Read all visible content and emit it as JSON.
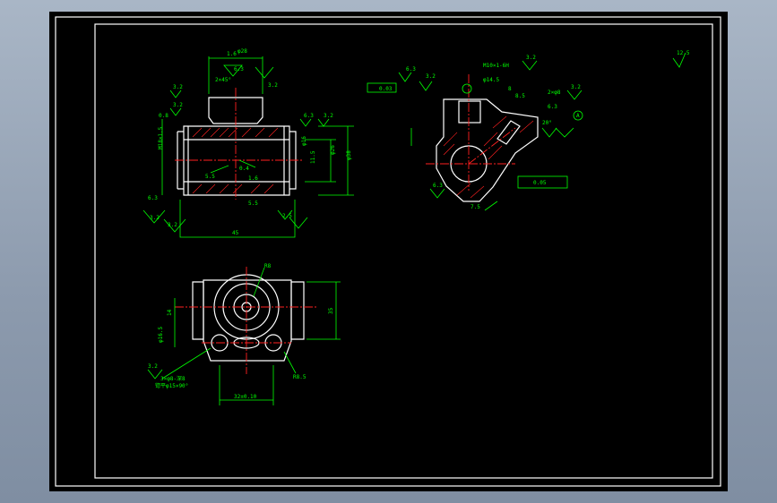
{
  "colors": {
    "background": "#000000",
    "outline": "#ffffff",
    "dimension": "#00ff00",
    "centerline": "#ff2020"
  },
  "annotations": {
    "top_dim": "1.6",
    "dia_top": "φ28",
    "ra_top1": "6.3",
    "ra_top2": "3.2",
    "chamfer_top": "2×45°",
    "ra_left": "3.2",
    "ra_left2": "3.2",
    "dim_left": "0.8",
    "thread_left": "M18×1.5",
    "ra_right1": "6.3",
    "ra_right2": "3.2",
    "dia_right1": "φ38",
    "dia_right2": "φ26",
    "dim_right3": "11.5",
    "dim_right4": "φ16",
    "ra_bottom_left": "6.3",
    "ra_bottom": "3.2",
    "ra_bottom2": "3.2",
    "dim_bottom1": "5.5",
    "dim_bottom2": "2.5",
    "dim_len": "45",
    "dim_inner": "0.4",
    "ra_mid": "1.6",
    "dim_mid": "5.5",
    "rv_ra1": "6.3",
    "rv_ra2": "3.2",
    "rv_thread": "M10×1-6H",
    "rv_ra3": "3.2",
    "rv_dim1": "φ14.5",
    "rv_dim2": "8",
    "rv_dim3": "8.5",
    "rv_angle": "20°",
    "rv_tol": "0.03",
    "rv_ra4": "6.3",
    "rv_ra5": "3.2",
    "rv_hole": "2×φ8",
    "rv_bottom1": "6.3",
    "rv_bottom2": "7.5",
    "rv_tol2": "0.05",
    "rv_circle": "A",
    "bv_radius": "R8",
    "bv_dim1": "14",
    "bv_dim2": "φ16.5",
    "bv_dim3": "35",
    "bv_ra": "3.2",
    "bv_note1": "3×φ8-深8",
    "bv_note2": "锪平φ15×90°",
    "bv_bottom": "32±0.10",
    "bv_r": "R8.5",
    "corner_ra": "12.5"
  }
}
